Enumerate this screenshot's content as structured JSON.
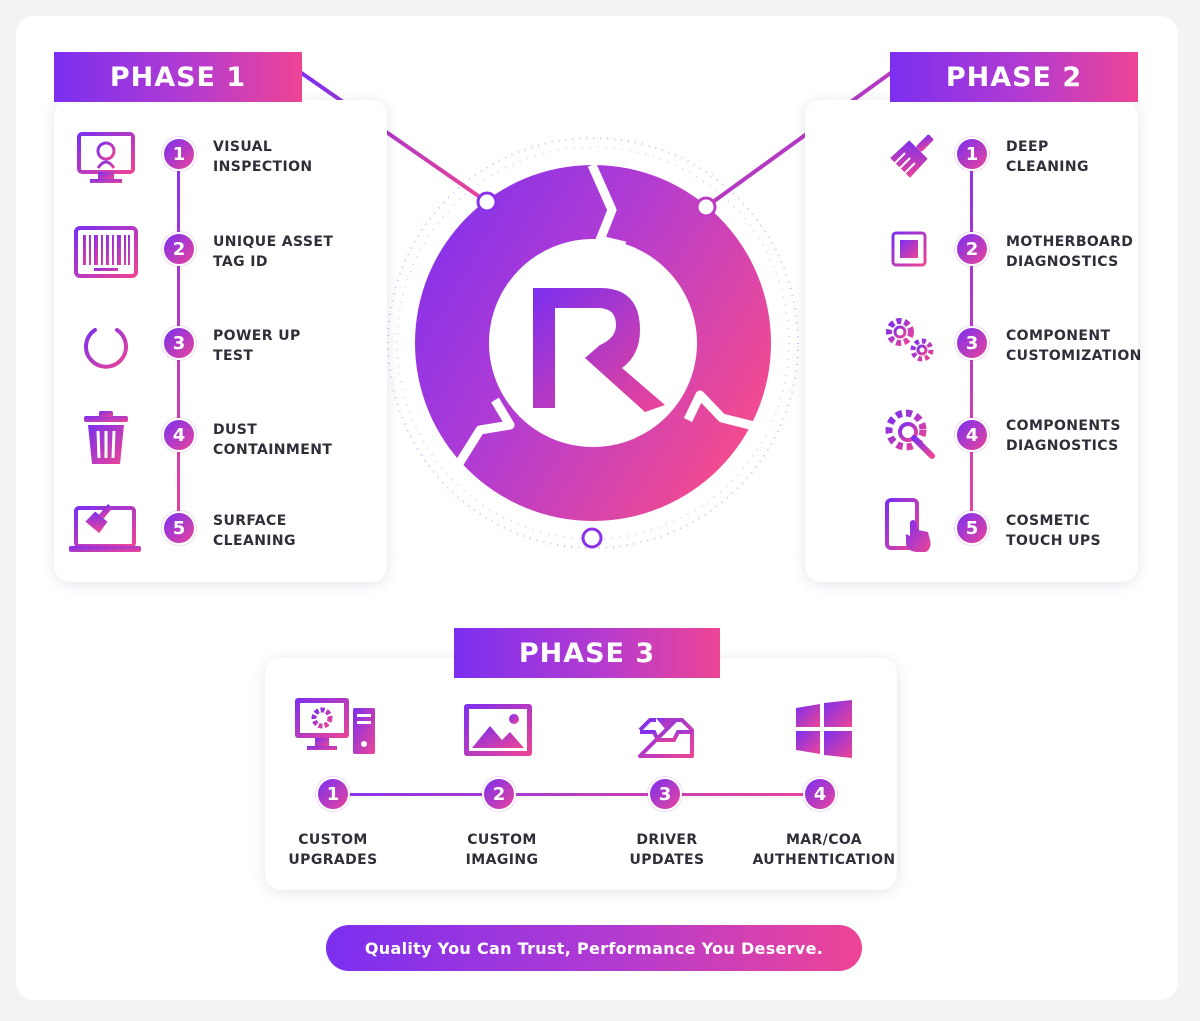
{
  "phase1": {
    "title": "PHASE 1",
    "steps": [
      {
        "num": "1",
        "label": "VISUAL\nINSPECTION",
        "icon": "monitor-magnifier-icon"
      },
      {
        "num": "2",
        "label": "UNIQUE ASSET\nTAG ID",
        "icon": "barcode-icon"
      },
      {
        "num": "3",
        "label": "POWER UP\nTEST",
        "icon": "power-icon"
      },
      {
        "num": "4",
        "label": "DUST\nCONTAINMENT",
        "icon": "trash-bin-icon"
      },
      {
        "num": "5",
        "label": "SURFACE\nCLEANING",
        "icon": "laptop-brush-icon"
      }
    ]
  },
  "phase2": {
    "title": "PHASE 2",
    "steps": [
      {
        "num": "1",
        "label": "DEEP\nCLEANING",
        "icon": "brush-icon"
      },
      {
        "num": "2",
        "label": "MOTHERBOARD\nDIAGNOSTICS",
        "icon": "chip-icon"
      },
      {
        "num": "3",
        "label": "COMPONENT\nCUSTOMIZATION",
        "icon": "gears-icon"
      },
      {
        "num": "4",
        "label": "COMPONENTS\nDIAGNOSTICS",
        "icon": "gear-magnifier-icon"
      },
      {
        "num": "5",
        "label": "COSMETIC\nTOUCH UPS",
        "icon": "tablet-touch-icon"
      }
    ]
  },
  "phase3": {
    "title": "PHASE 3",
    "steps": [
      {
        "num": "1",
        "label": "CUSTOM\nUPGRADES",
        "icon": "desktop-gear-icon"
      },
      {
        "num": "2",
        "label": "CUSTOM\nIMAGING",
        "icon": "image-icon"
      },
      {
        "num": "3",
        "label": "DRIVER\nUPDATES",
        "icon": "tray-download-icon"
      },
      {
        "num": "4",
        "label": "MAR/COA\nAUTHENTICATION",
        "icon": "windows-logo-icon"
      }
    ]
  },
  "tagline": "Quality You Can Trust, Performance You Deserve.",
  "colors": {
    "purple": "#7b2ff0",
    "pink": "#ee4495",
    "text": "#2f2f3a"
  },
  "center_logo": "r-logo-icon"
}
